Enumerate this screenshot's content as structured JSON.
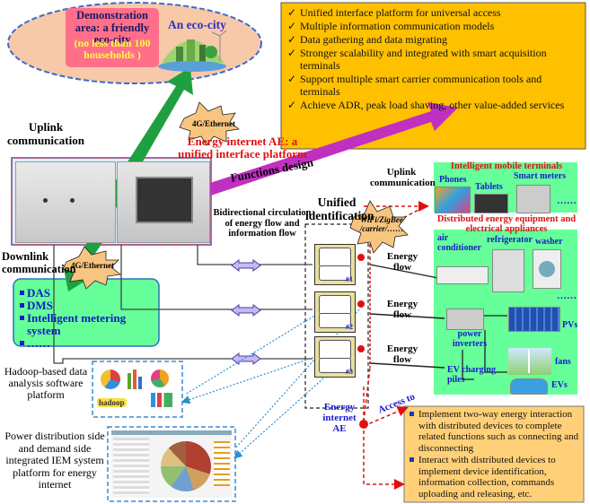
{
  "eco_city": {
    "demo_text": "Demonstration area: a friendly eco-city",
    "demo_note": "(no less than 100 households )",
    "title": "An eco-city"
  },
  "functions_box": {
    "items": [
      "Unified interface platform for universal access",
      "Multiple information communication models",
      "Data gathering and data migrating",
      "Stronger scalability and integrated with smart acquisition terminals",
      "Support multiple smart carrier communication tools and terminals",
      "Achieve ADR, peak load shaving, other value-added services"
    ]
  },
  "labels": {
    "uplink_comm": "Uplink communication",
    "ethernet_top": "4G/Ethernet",
    "ae_platform": "Energy internet AE: a unified interface platform",
    "functions_design": "Functions design",
    "downlink_comm": "Downlink communication",
    "ethernet_bottom": "4G/Ethernet",
    "bidirectional": "Bidirectional circulation of energy flow and information flow",
    "unified_id": "Unified identification",
    "uplink_comm_right": "Uplink communication",
    "wifi_star": "WiFi/ZigBee /carrier/……",
    "energy_flow_1": "Energy flow",
    "energy_flow_2": "Energy flow",
    "energy_flow_3": "Energy flow",
    "energy_ae": "Energy internet AE",
    "access_to": "Access to",
    "hadoop": "Hadoop-based data analysis software platform",
    "iem": "Power distribution side and demand side integrated IEM system platform for energy internet",
    "outlet_tags": [
      "#1",
      "#2",
      "#3"
    ]
  },
  "mobile_terminals": {
    "title": "Intelligent mobile terminals",
    "phones": "Phones",
    "tablets": "Tablets",
    "smart_meters": "Smart meters",
    "more": "……"
  },
  "distributed": {
    "title": "Distributed energy equipment and electrical appliances",
    "air_conditioner": "air conditioner",
    "refrigerator": "refrigerator",
    "washer": "washer",
    "more": "……",
    "power_inverters": "power inverters",
    "pvs": "PVs",
    "fans": "fans",
    "ev_charging": "EV charging piles",
    "evs": "EVs"
  },
  "downlink_box": {
    "items": [
      "DAS",
      "DMS",
      "Intelligent metering system",
      "……"
    ]
  },
  "access_box": {
    "items": [
      "Implement two-way energy interaction with distributed devices to complete related functions such as connecting and disconnecting",
      "Interact with distributed devices to implement device identification, information collection, commands uploading and releasing, etc."
    ]
  },
  "hadoop_logo": "hadoop",
  "colors": {
    "functions_bg": "#ffc000",
    "green_bg": "#66ff99",
    "ellipse_bg": "#f7c9a8",
    "demo_pink": "#ff6f8a",
    "access_bg": "#ffd078",
    "purple_arrow": "#c030c0",
    "green_arrow": "#1fa040",
    "star_fill": "#f7c580"
  }
}
